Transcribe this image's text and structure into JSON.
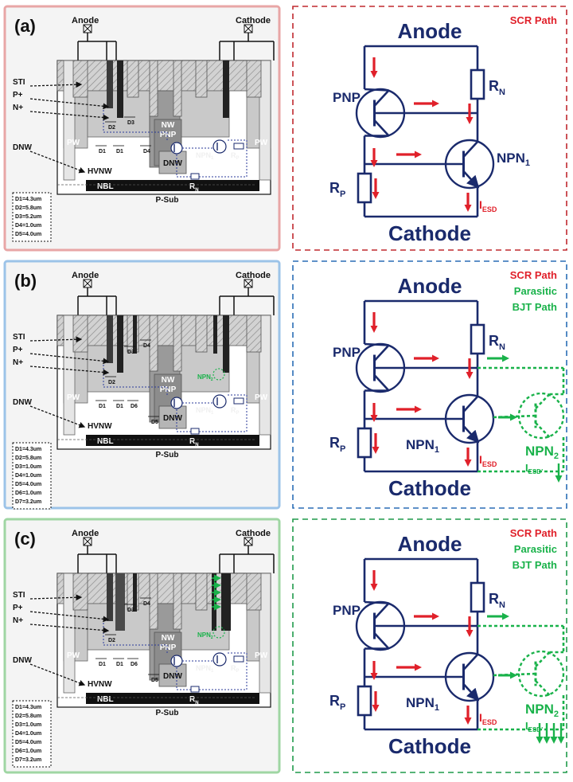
{
  "panels": [
    {
      "letter": "(a)",
      "cross_section": {
        "anode": "Anode",
        "cathode": "Cathode",
        "layers": [
          "STI",
          "P+",
          "N+",
          "DNW"
        ],
        "well_labels": {
          "pw_left": "PW",
          "pw_inner": "PW",
          "pw_right": "PW",
          "nw": "NW",
          "pnp": "PNP",
          "dnw": "DNW",
          "npn": "NPN",
          "npn_sub": "1",
          "rp": "R",
          "rp_sub": "P",
          "rn": "R",
          "rn_sub": "N",
          "hvnw": "HVNW",
          "nbl": "NBL",
          "psub": "P-Sub"
        },
        "dims": [
          "D3",
          "D2",
          "D1",
          "D1",
          "D4"
        ],
        "legend": [
          "D1=4.3um",
          "D2=5.8um",
          "D3=5.2um",
          "D4=1.0um",
          "D5=4.0um"
        ]
      },
      "circuit": {
        "anode": "Anode",
        "cathode": "Cathode",
        "pnp": "PNP",
        "npn1": "NPN",
        "npn1_sub": "1",
        "rn": "R",
        "rn_sub": "N",
        "rp": "R",
        "rp_sub": "P",
        "iesd": "I",
        "iesd_sub": "ESD",
        "path_labels": [
          "SCR Path"
        ]
      }
    },
    {
      "letter": "(b)",
      "cross_section": {
        "anode": "Anode",
        "cathode": "Cathode",
        "layers": [
          "STI",
          "P+",
          "N+",
          "DNW"
        ],
        "well_labels": {
          "pw_left": "PW",
          "pw_inner": "PW",
          "pw_right": "PW",
          "nw": "NW",
          "pnp": "PNP",
          "dnw": "DNW",
          "npn": "NPN",
          "npn_sub": "1",
          "npn2": "NPN",
          "npn2_sub": "2",
          "rp": "R",
          "rp_sub": "P",
          "rn": "R",
          "rn_sub": "N",
          "hvnw": "HVNW",
          "nbl": "NBL",
          "psub": "P-Sub"
        },
        "dims": [
          "D3",
          "D4",
          "D2",
          "D1",
          "D1",
          "D6",
          "D5"
        ],
        "legend": [
          "D1=4.3um",
          "D2=5.8um",
          "D3=1.0um",
          "D4=1.0um",
          "D5=4.0um",
          "D6=1.0um",
          "D7=3.2um"
        ]
      },
      "circuit": {
        "anode": "Anode",
        "cathode": "Cathode",
        "pnp": "PNP",
        "npn1": "NPN",
        "npn1_sub": "1",
        "npn2": "NPN",
        "npn2_sub": "2",
        "rn": "R",
        "rn_sub": "N",
        "rp": "R",
        "rp_sub": "P",
        "iesd": "I",
        "iesd_sub": "ESD",
        "iesd2": "I",
        "iesd2_sub": "ESD’",
        "path_labels": [
          "SCR Path",
          "Parasitic",
          "BJT Path"
        ]
      }
    },
    {
      "letter": "(c)",
      "cross_section": {
        "anode": "Anode",
        "cathode": "Cathode",
        "layers": [
          "STI",
          "P+",
          "N+",
          "DNW"
        ],
        "well_labels": {
          "pw_left": "PW",
          "pw_inner": "PW",
          "pw_right": "PW",
          "nw": "NW",
          "pnp": "PNP",
          "dnw": "DNW",
          "npn": "NPN",
          "npn_sub": "1",
          "npn2": "NPN",
          "npn2_sub": "2",
          "rp": "R",
          "rp_sub": "P",
          "rn": "R",
          "rn_sub": "N",
          "hvnw": "HVNW",
          "nbl": "NBL",
          "psub": "P-Sub"
        },
        "dims": [
          "D3",
          "D4",
          "D2",
          "D1",
          "D1",
          "D6",
          "D5"
        ],
        "legend": [
          "D1=4.3um",
          "D2=5.8um",
          "D3=1.0um",
          "D4=1.0um",
          "D5=4.0um",
          "D6=1.0um",
          "D7=3.2um"
        ]
      },
      "circuit": {
        "anode": "Anode",
        "cathode": "Cathode",
        "pnp": "PNP",
        "npn1": "NPN",
        "npn1_sub": "1",
        "npn2": "NPN",
        "npn2_sub": "2",
        "rn": "R",
        "rn_sub": "N",
        "rp": "R",
        "rp_sub": "P",
        "iesd": "I",
        "iesd_sub": "ESD",
        "iesd2": "I",
        "iesd2_sub": "ESD’",
        "path_labels": [
          "SCR Path",
          "Parasitic",
          "BJT Path"
        ]
      }
    }
  ],
  "colors": {
    "panel_a_border": "#e8a6a6",
    "panel_b_border": "#9cc3e8",
    "panel_c_border": "#9fd6a3",
    "circuit_a_dash": "#c0282e",
    "circuit_b_dash": "#2a6db5",
    "circuit_c_dash": "#1f9a4a",
    "navy": "#1a2a6c",
    "scr_red": "#e0202a",
    "bjt_green": "#19b24a"
  }
}
